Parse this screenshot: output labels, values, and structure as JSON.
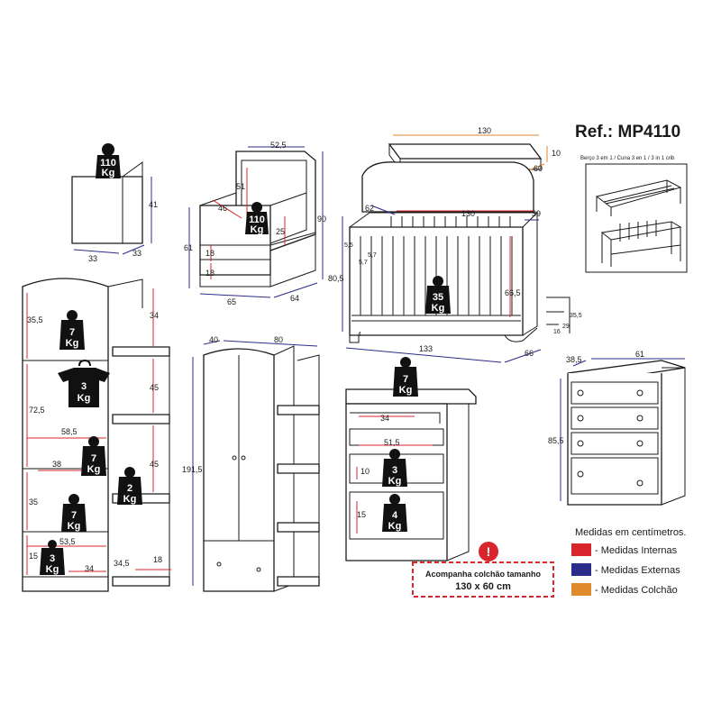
{
  "header": {
    "ref": "Ref.: MP4110",
    "crib_caption": "Berço 3 em 1 / Cuna 3 en 1 / 3 in 1 crib"
  },
  "legend": {
    "title": "Medidas em centímetros.",
    "items": [
      {
        "label": "- Medidas Internas",
        "color": "#d9262c"
      },
      {
        "label": "- Medidas Externas",
        "color": "#2b2b8c"
      },
      {
        "label": "- Medidas Colchão",
        "color": "#e08a2e"
      }
    ]
  },
  "note": {
    "line1": "Acompanha colchão tamanho",
    "line2": "130 x 60 cm",
    "icon": "exclamation-icon",
    "color": "#d9262c"
  },
  "weights": {
    "cube": {
      "n": "110",
      "u": "Kg"
    },
    "chair": {
      "n": "110",
      "u": "Kg"
    },
    "crib": {
      "n": "35",
      "u": "Kg"
    },
    "shelf_top": {
      "n": "7",
      "u": "Kg"
    },
    "shelf_hanger": {
      "n": "3",
      "u": "Kg"
    },
    "shelf_mid": {
      "n": "7",
      "u": "Kg"
    },
    "shelf_side": {
      "n": "2",
      "u": "Kg"
    },
    "shelf_low": {
      "n": "7",
      "u": "Kg"
    },
    "shelf_drawer": {
      "n": "3",
      "u": "Kg"
    },
    "dresser_top": {
      "n": "7",
      "u": "Kg"
    },
    "dresser_d2": {
      "n": "3",
      "u": "Kg"
    },
    "dresser_d3": {
      "n": "4",
      "u": "Kg"
    }
  },
  "dims": {
    "cube": {
      "h": "41",
      "w": "33",
      "d": "33"
    },
    "chair": {
      "top": "52,5",
      "h": "90",
      "seat": "61",
      "w": "65",
      "d": "64",
      "back": "51",
      "arm": "46",
      "cush": "25",
      "b1": "18",
      "b2": "18"
    },
    "mattress": {
      "l": "130",
      "t": "10",
      "w": "60"
    },
    "crib": {
      "l": "133",
      "d": "66",
      "h": "80,5",
      "ih": "66,5",
      "il": "130",
      "top": "62",
      "side": "39",
      "s1": "5,5",
      "s2": "5,7",
      "s3": "5,7",
      "leg": "4",
      "a": "35,5",
      "b": "29",
      "c": "16"
    },
    "shelf": {
      "a": "35,5",
      "b": "72,5",
      "c": "35",
      "d": "15",
      "w1": "58,5",
      "w2": "38",
      "w3": "53,5",
      "w4": "34",
      "s1": "34",
      "s2": "45",
      "s3": "45",
      "s4": "34,5",
      "s5": "18"
    },
    "wardrobe": {
      "d": "40",
      "w": "80",
      "h": "191,5"
    },
    "dresser": {
      "a": "34",
      "b": "51,5",
      "c": "10",
      "d": "15"
    },
    "drawers": {
      "d": "38,5",
      "w": "61",
      "h": "85,5"
    }
  }
}
